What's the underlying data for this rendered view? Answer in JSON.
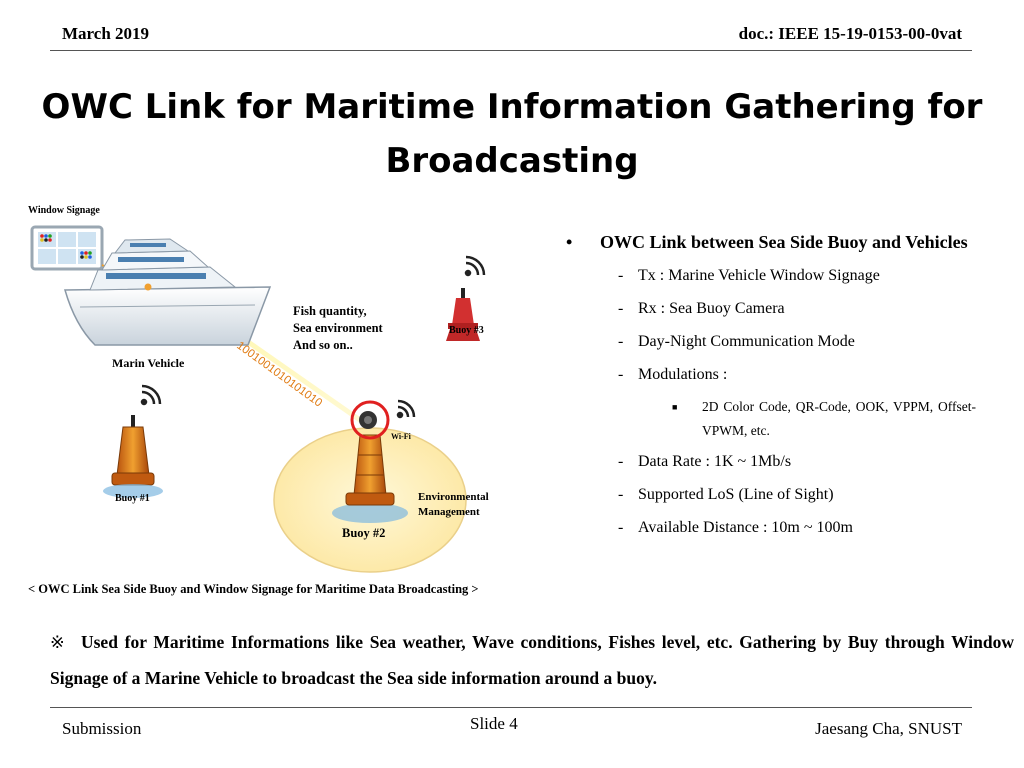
{
  "header": {
    "date": "March 2019",
    "doc_id": "doc.: IEEE 15-19-0153-00-0vat"
  },
  "title": "OWC Link for Maritime Information Gathering for Broadcasting",
  "figure": {
    "window_signage": "Window Signage",
    "marin_vehicle": "Marin Vehicle",
    "info_line1": "Fish quantity,",
    "info_line2": "Sea environment",
    "info_line3": "And so on..",
    "buoy3": "Buoy #3",
    "binary": "1001001010101010",
    "wifi": "Wi-Fi",
    "buoy1": "Buoy #1",
    "env_line1": "Environmental",
    "env_line2": "Management",
    "buoy2": "Buoy #2",
    "caption": "< OWC Link Sea Side Buoy and Window Signage for Maritime Data Broadcasting >"
  },
  "bullets": {
    "main": "OWC Link between Sea Side Buoy and Vehicles",
    "items": [
      "Tx : Marine Vehicle Window Signage",
      "Rx : Sea Buoy Camera",
      "Day-Night Communication Mode",
      "Modulations :"
    ],
    "modulations_detail": "2D Color Code, QR-Code, OOK, VPPM, Offset-VPWM, etc.",
    "items2": [
      "Data Rate : 1K ~ 1Mb/s",
      "Supported LoS (Line of Sight)",
      "Available Distance : 10m ~ 100m"
    ]
  },
  "note": {
    "mark": "※",
    "text": "Used for Maritime Informations like Sea weather, Wave conditions, Fishes level, etc. Gathering by Buy through Window Signage of a Marine Vehicle to broadcast the Sea side information around a buoy."
  },
  "footer": {
    "left": "Submission",
    "center": "Slide 4",
    "right": "Jaesang Cha, SNUST"
  }
}
